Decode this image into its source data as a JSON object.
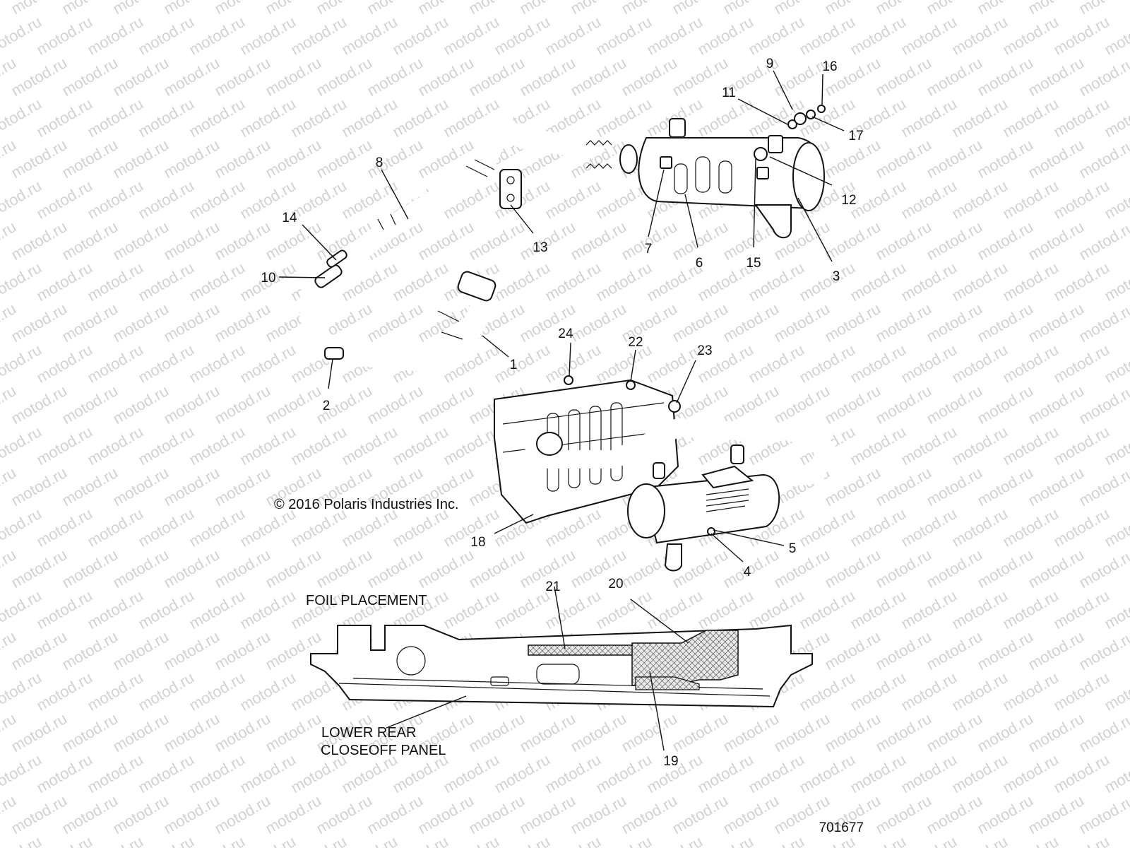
{
  "watermark": "motod.ru",
  "figure_number": "701677",
  "copyright": "© 2016 Polaris Industries Inc.",
  "captions": {
    "foil_placement": "FOIL PLACEMENT",
    "panel_line1": "LOWER REAR",
    "panel_line2": "CLOSEOFF PANEL"
  },
  "callouts": [
    {
      "id": "c1",
      "text": "1"
    },
    {
      "id": "c2",
      "text": "2"
    },
    {
      "id": "c3",
      "text": "3"
    },
    {
      "id": "c4",
      "text": "4"
    },
    {
      "id": "c5",
      "text": "5"
    },
    {
      "id": "c6",
      "text": "6"
    },
    {
      "id": "c7",
      "text": "7"
    },
    {
      "id": "c8",
      "text": "8"
    },
    {
      "id": "c9",
      "text": "9"
    },
    {
      "id": "c10",
      "text": "10"
    },
    {
      "id": "c11",
      "text": "11"
    },
    {
      "id": "c12",
      "text": "12"
    },
    {
      "id": "c13",
      "text": "13"
    },
    {
      "id": "c14",
      "text": "14"
    },
    {
      "id": "c15",
      "text": "15"
    },
    {
      "id": "c16",
      "text": "16"
    },
    {
      "id": "c17",
      "text": "17"
    },
    {
      "id": "c18",
      "text": "18"
    },
    {
      "id": "c19",
      "text": "19"
    },
    {
      "id": "c20",
      "text": "20"
    },
    {
      "id": "c21",
      "text": "21"
    },
    {
      "id": "c22",
      "text": "22"
    },
    {
      "id": "c23",
      "text": "23"
    },
    {
      "id": "c24",
      "text": "24"
    }
  ]
}
